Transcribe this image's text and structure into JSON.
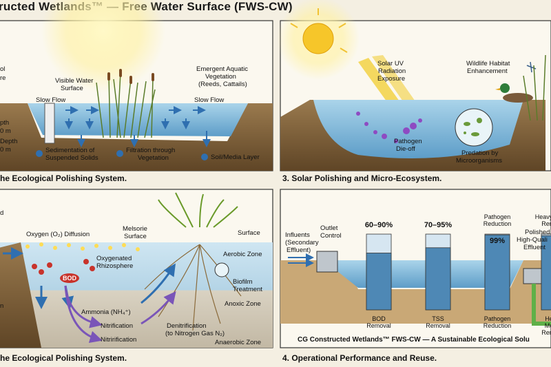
{
  "title": "ructed Wetlands™ — Free Water Surface (FWS-CW)",
  "panel1": {
    "caption": "he Ecological Polishing System.",
    "edge_labels": [
      "ol",
      "re",
      "pth",
      "0 m",
      "Depth",
      "0 m"
    ],
    "visible_water": [
      "Visible Water",
      "Surface"
    ],
    "emergent": [
      "Emergent Aquatic",
      "Vegetation",
      "(Reeds, Cattails)"
    ],
    "slow_flow_left": "Slow Flow",
    "slow_flow_right": "Slow Flow",
    "sedimentation": [
      "Sedimentation of",
      "Suspended Solids"
    ],
    "filtration": [
      "Filtration through",
      "Vegetation"
    ],
    "soil_media": "Soil/Media Layer"
  },
  "panel2": {
    "caption": "he Ecological Polishing System.",
    "edge_labels": [
      "d"
    ],
    "oxygen": "Oxygen (O₂) Diffusion",
    "bod": "BOD",
    "oxygenated": [
      "Oxygenated",
      "Rhizosphere"
    ],
    "melsorie": [
      "Melsorie",
      "Surface"
    ],
    "surface": "Surface",
    "aerobic": "Aerobic Zone",
    "biofilm": [
      "Biofilm",
      "Treatment"
    ],
    "ammonia": "Ammonia (NH₄⁺)",
    "nitrification": "Nitrification",
    "nitrirification": "Nitrirification",
    "denitrification": [
      "Denitrification",
      "(to Nitrogen Gas N₂)"
    ],
    "anoxic": "Anoxic Zone",
    "anaerobic": "Anaerobic Zone",
    "left_edge": "n"
  },
  "panel3": {
    "caption": "3. Solar Polishing and Micro-Ecosystem.",
    "solar_uv": [
      "Solar UV",
      "Radiation",
      "Exposure"
    ],
    "wildlife": [
      "Wildlife Habitat",
      "Enhancement"
    ],
    "pathogen": [
      "Pathogen",
      "Die-off"
    ],
    "predation": [
      "Predation by",
      "Microorganisms"
    ]
  },
  "panel4": {
    "caption": "4. Operational Performance and Reuse.",
    "influents": [
      "Influents",
      "(Secondary",
      "Effluent)"
    ],
    "outlet": [
      "Outlet",
      "Control"
    ],
    "polished": [
      "Polished,",
      "High-Quali",
      "Effluent"
    ],
    "footer": "CG Constructed Wetlands™ FWS-CW — A Sustainable Ecological Solu",
    "colors": {
      "bar_fill": "#4e88b5",
      "bar_empty": "#d6e6f1"
    }
  },
  "chart_data": {
    "type": "bar",
    "categories": [
      "BOD Removal",
      "TSS Removal",
      "Pathogen Reduction",
      "Heavy Metals Removal"
    ],
    "top_labels": [
      "60–90%",
      "70–95%",
      "Pathogen Reduction",
      "Heavy Metals Removal"
    ],
    "value_labels": [
      "",
      "",
      "99%",
      ""
    ],
    "bottom_labels": [
      [
        "BOD",
        "Removal"
      ],
      [
        "TSS",
        "Removal"
      ],
      [
        "Pathogen",
        "Reduction"
      ],
      [
        "Heavy",
        "Metals",
        "Removal"
      ]
    ],
    "values": [
      75,
      82,
      99,
      98
    ],
    "ylim": [
      0,
      100
    ]
  }
}
